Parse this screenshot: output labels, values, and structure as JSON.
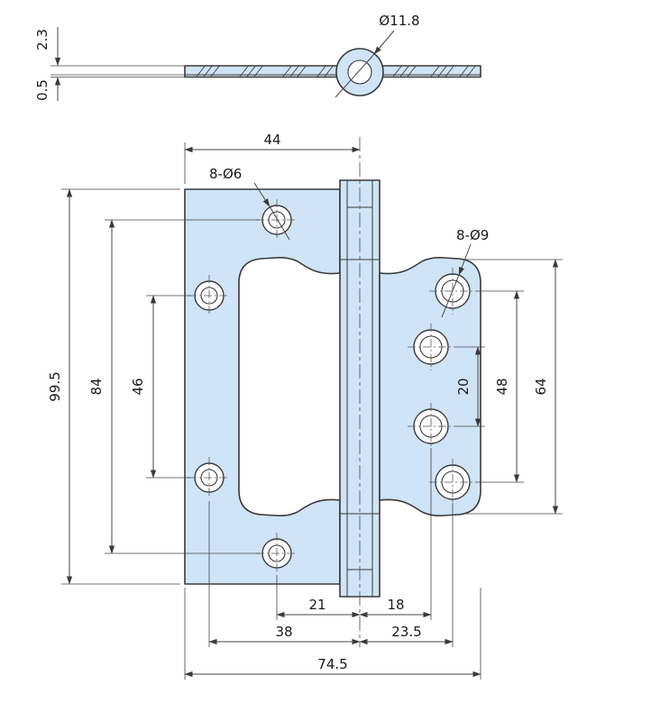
{
  "section_view": {
    "leaf_thickness": "2.3",
    "leaf_offset": "0.5",
    "pin_hole_diameter": "Ø11.8"
  },
  "front_view": {
    "width_left_edge_to_center": "44",
    "left_holes_callout": "8-Ø6",
    "right_holes_callout": "8-Ø9",
    "overall_height": "99.5",
    "left_outer_hole_span": "84",
    "left_inner_hole_span": "46",
    "right_inner_hole_span": "20",
    "right_outer_hole_span": "48",
    "right_leaf_height": "64",
    "center_to_left_center_holes": "21",
    "center_to_right_inner_holes": "18",
    "center_to_left_outer_holes": "38",
    "center_to_right_outer_holes": "23.5",
    "overall_width": "74.5"
  },
  "colors": {
    "body_fill": "#cfe4f6",
    "outline": "#3a3a3a",
    "dimension_line": "#454545",
    "background": "#ffffff"
  }
}
